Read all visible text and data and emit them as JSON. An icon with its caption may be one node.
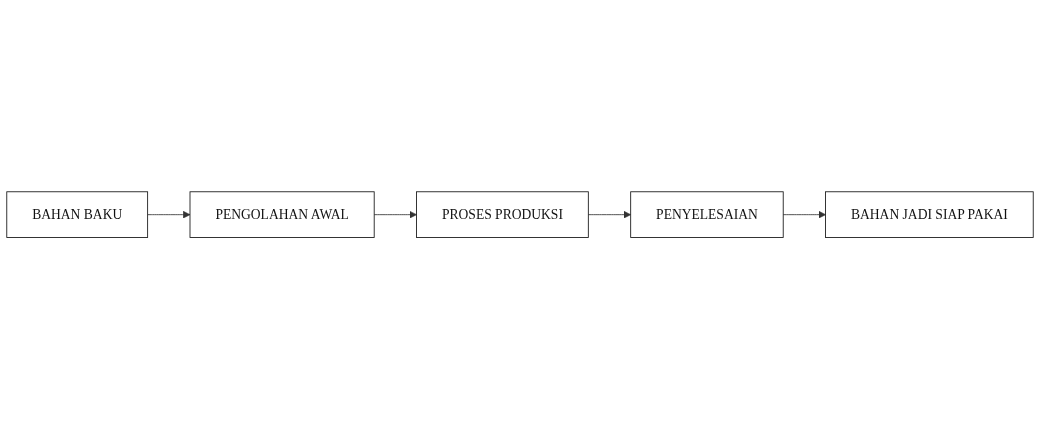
{
  "diagram": {
    "nodes": [
      {
        "text": [
          "BAHAN BAKU"
        ]
      },
      {
        "text": [
          "PENGOLAHAN AWAL"
        ]
      },
      {
        "text": [
          "PROSES PRODUKSI"
        ]
      },
      {
        "text": [
          "PENYELESAIAN"
        ]
      },
      {
        "text": [
          "BAHAN JADI SIAP PAKAI"
        ]
      }
    ],
    "edges": [
      {
        "from": 0,
        "to": 1,
        "arrow": "to"
      },
      {
        "from": 1,
        "to": 2,
        "arrow": "to"
      },
      {
        "from": 2,
        "to": 3,
        "arrow": "to"
      },
      {
        "from": 3,
        "to": 4,
        "arrow": "to"
      }
    ]
  }
}
